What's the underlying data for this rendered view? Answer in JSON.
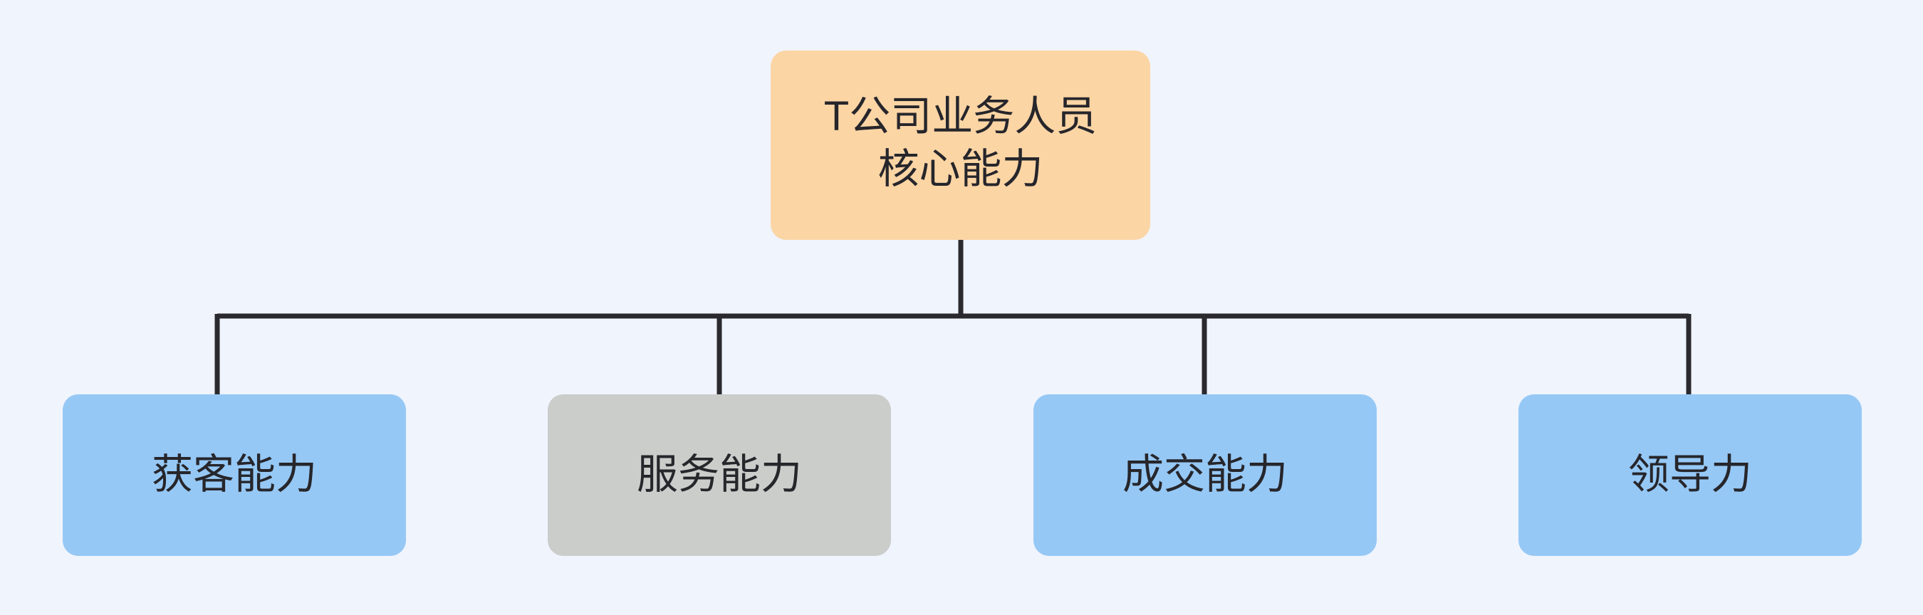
{
  "diagram": {
    "type": "org-chart",
    "title_text": "T公司业务人员核心能力",
    "background_color": "#f0f4fd",
    "connector_color": "#2a2a2e",
    "root": {
      "label": "T公司业务人员\n核心能力",
      "line1": "T公司业务人员",
      "line2": "核心能力",
      "fill_color": "#fcd5a5",
      "text_color": "#26262b"
    },
    "children": [
      {
        "label": "获客能力",
        "fill_color": "#96c8f5",
        "text_color": "#26262b"
      },
      {
        "label": "服务能力",
        "fill_color": "#cbcdcb",
        "text_color": "#26262b"
      },
      {
        "label": "成交能力",
        "fill_color": "#96c8f5",
        "text_color": "#26262b"
      },
      {
        "label": "领导力",
        "fill_color": "#96c8f5",
        "text_color": "#26262b"
      }
    ]
  }
}
